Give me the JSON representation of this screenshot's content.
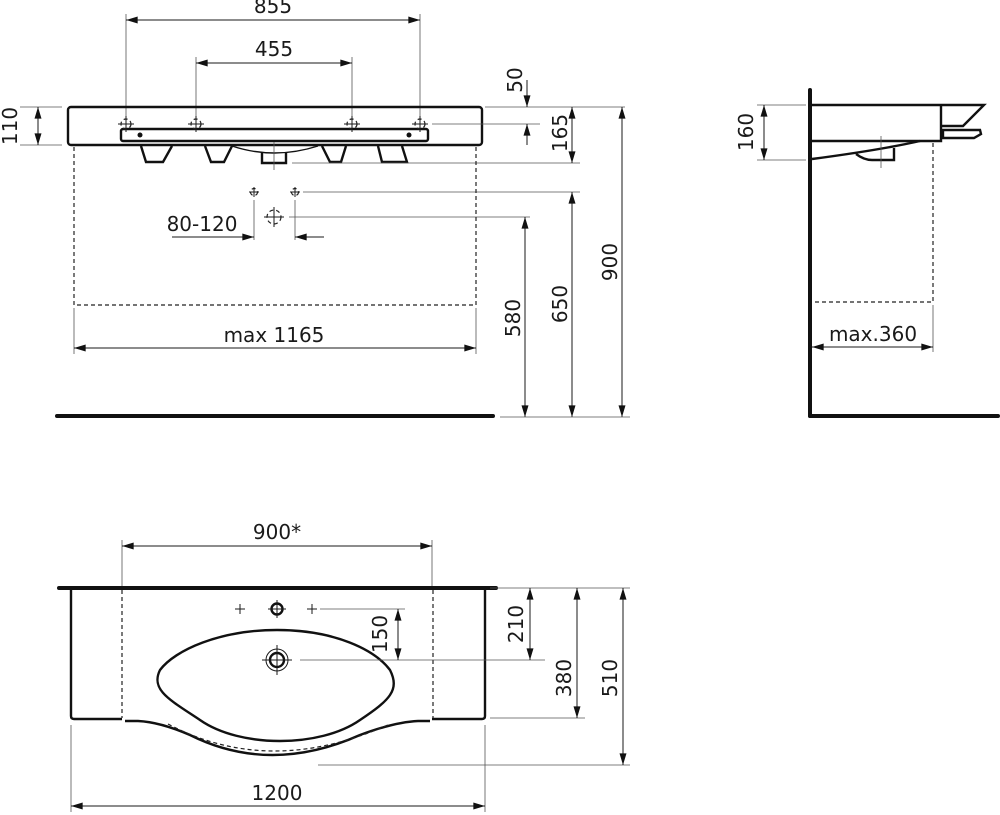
{
  "front_view": {
    "dim_tap_holes_outer": "855",
    "dim_tap_holes_inner": "455",
    "dim_top_thickness": "110",
    "dim_hole_offset": "50",
    "dim_total_height": "165",
    "dim_mount_height": "900",
    "dim_supply_height": "650",
    "dim_drain_height": "580",
    "dim_supply_spacing": "80-120",
    "dim_cabinet_width": "max 1165"
  },
  "side_view": {
    "dim_height": "160",
    "dim_cabinet_depth": "max.360"
  },
  "top_view": {
    "dim_cabinet_width": "900*",
    "dim_tap_to_drain": "150",
    "dim_drain_depth": "210",
    "dim_bowl_depth": "380",
    "dim_total_depth": "510",
    "dim_total_width": "1200"
  }
}
